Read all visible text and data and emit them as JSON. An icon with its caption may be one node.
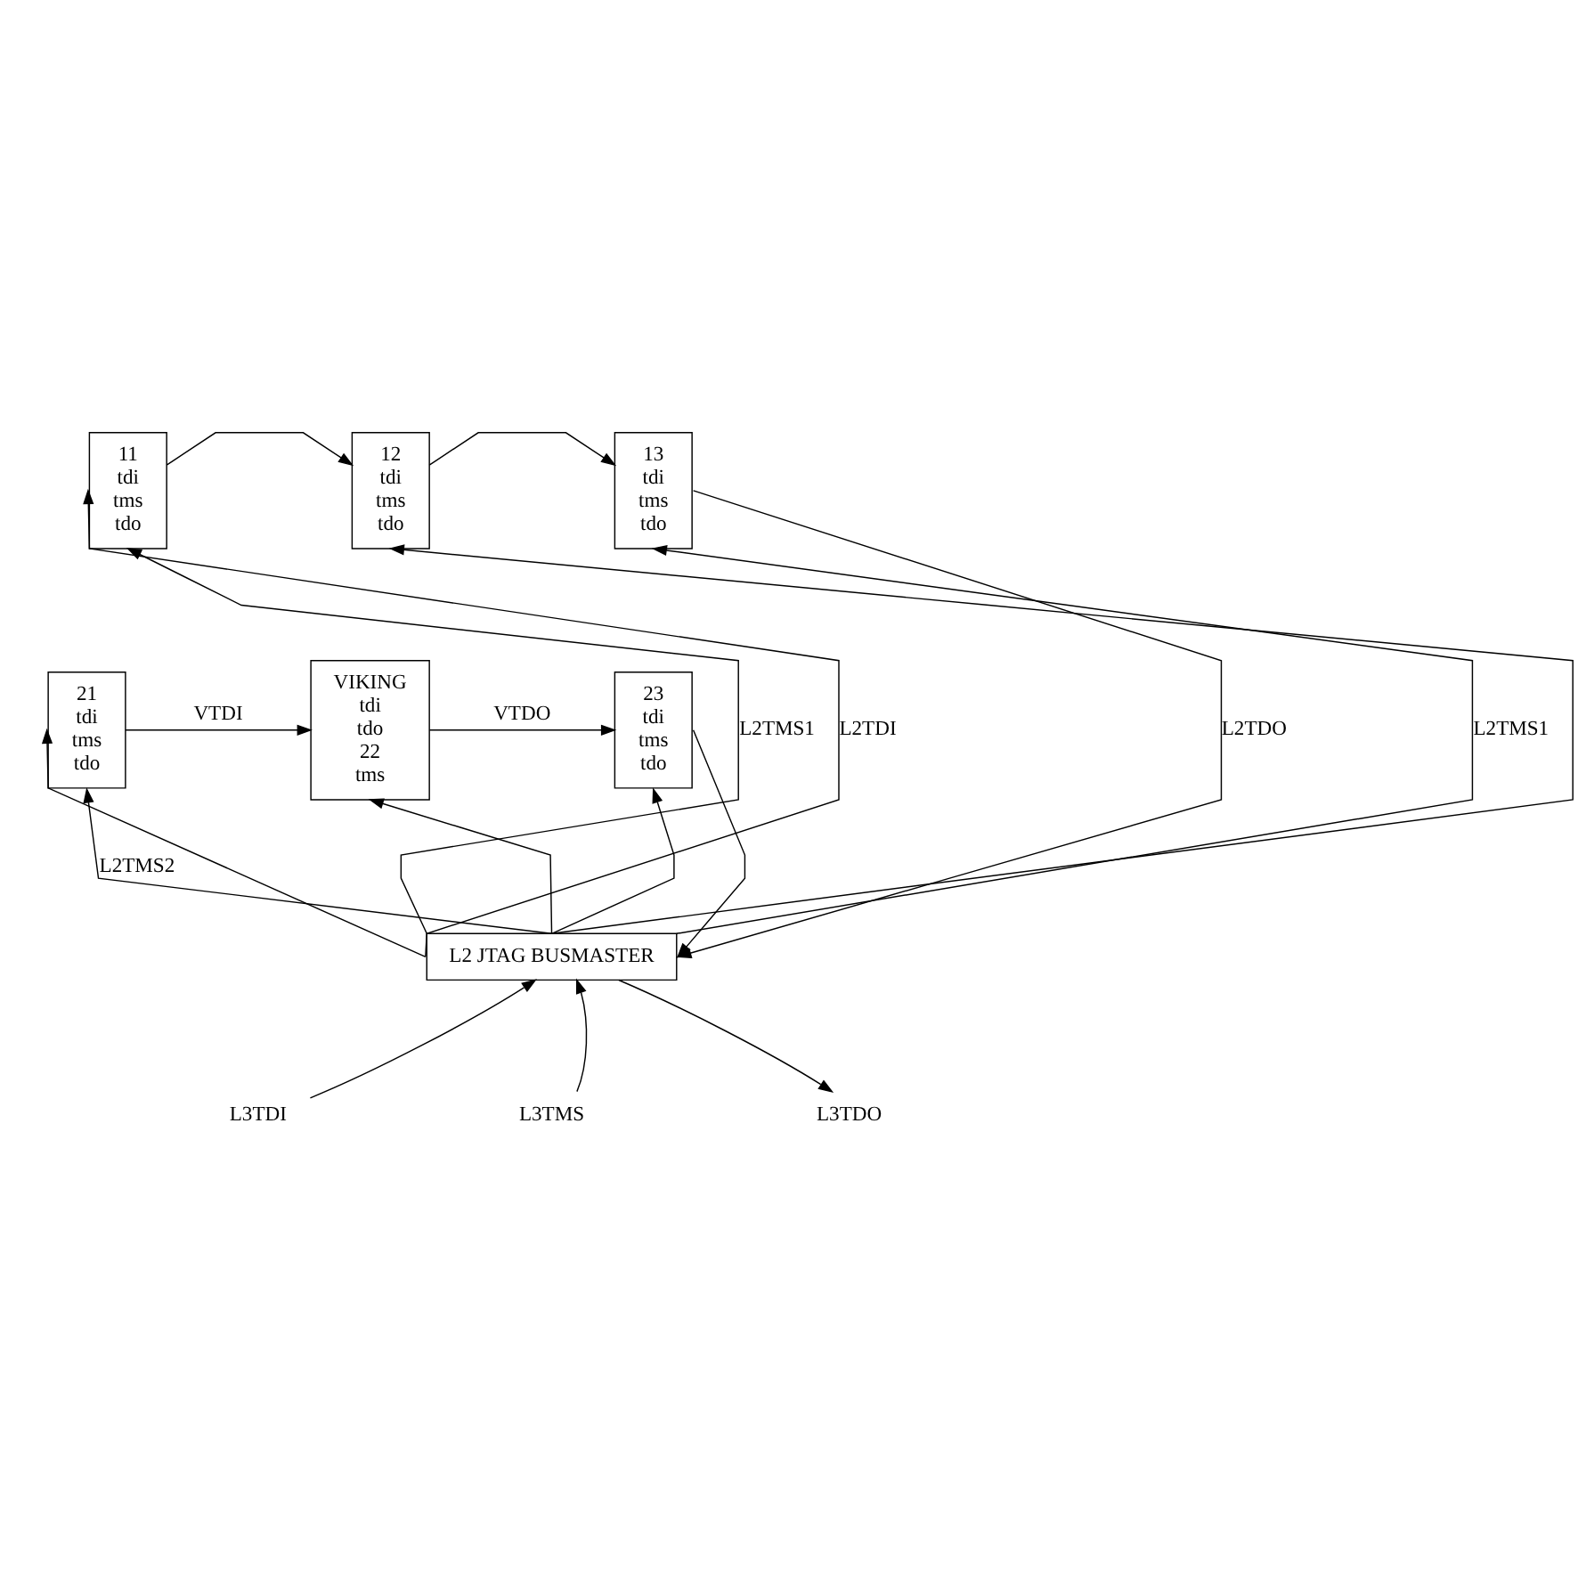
{
  "diagram": {
    "nodes": [
      {
        "text": [
          "11",
          "tdi",
          "tms",
          "tdo"
        ]
      },
      {
        "text": [
          "12",
          "tdi",
          "tms",
          "tdo"
        ]
      },
      {
        "text": [
          "13",
          "tdi",
          "tms",
          "tdo"
        ]
      },
      {
        "text": [
          "21",
          "tdi",
          "tms",
          "tdo"
        ]
      },
      {
        "text": [
          "VIKING",
          "tdi",
          "tdo",
          "22",
          "tms"
        ]
      },
      {
        "text": [
          "23",
          "tdi",
          "tms",
          "tdo"
        ]
      },
      {
        "text": [
          "L2 JTAG BUSMASTER"
        ]
      },
      {
        "text": [
          "L3TDI"
        ]
      },
      {
        "text": [
          "L3TMS"
        ]
      },
      {
        "text": [
          "L3TDO"
        ]
      }
    ],
    "edges": [
      {
        "from": 0,
        "to": 1,
        "arrow": "to"
      },
      {
        "from": 1,
        "to": 2,
        "arrow": "to"
      },
      {
        "from": 3,
        "to": 4,
        "label": "VTDI",
        "arrow": "to"
      },
      {
        "from": 4,
        "to": 5,
        "label": "VTDO",
        "arrow": "to"
      },
      {
        "from": 6,
        "to": 0,
        "label": "L2TMS1",
        "arrow": "to"
      },
      {
        "from": 6,
        "to": 1,
        "arrow": "to"
      },
      {
        "from": 6,
        "to": 2,
        "label": "L2TMS1",
        "arrow": "to"
      },
      {
        "from": 6,
        "to": 3,
        "label": "L2TMS2",
        "arrow": "to"
      },
      {
        "from": 6,
        "to": 4,
        "arrow": "to"
      },
      {
        "from": 6,
        "to": 5,
        "arrow": "to"
      },
      {
        "from": 6,
        "to": 0,
        "label": "L2TDI",
        "arrow": "to"
      },
      {
        "from": 6,
        "to": 3,
        "arrow": "to"
      },
      {
        "from": 2,
        "to": 6,
        "label": "L2TDO",
        "arrow": "to"
      },
      {
        "from": 5,
        "to": 6,
        "arrow": "to"
      },
      {
        "from": 7,
        "to": 6,
        "arrow": "to"
      },
      {
        "from": 8,
        "to": 6,
        "arrow": "to"
      },
      {
        "from": 6,
        "to": 9,
        "arrow": "to"
      }
    ]
  }
}
